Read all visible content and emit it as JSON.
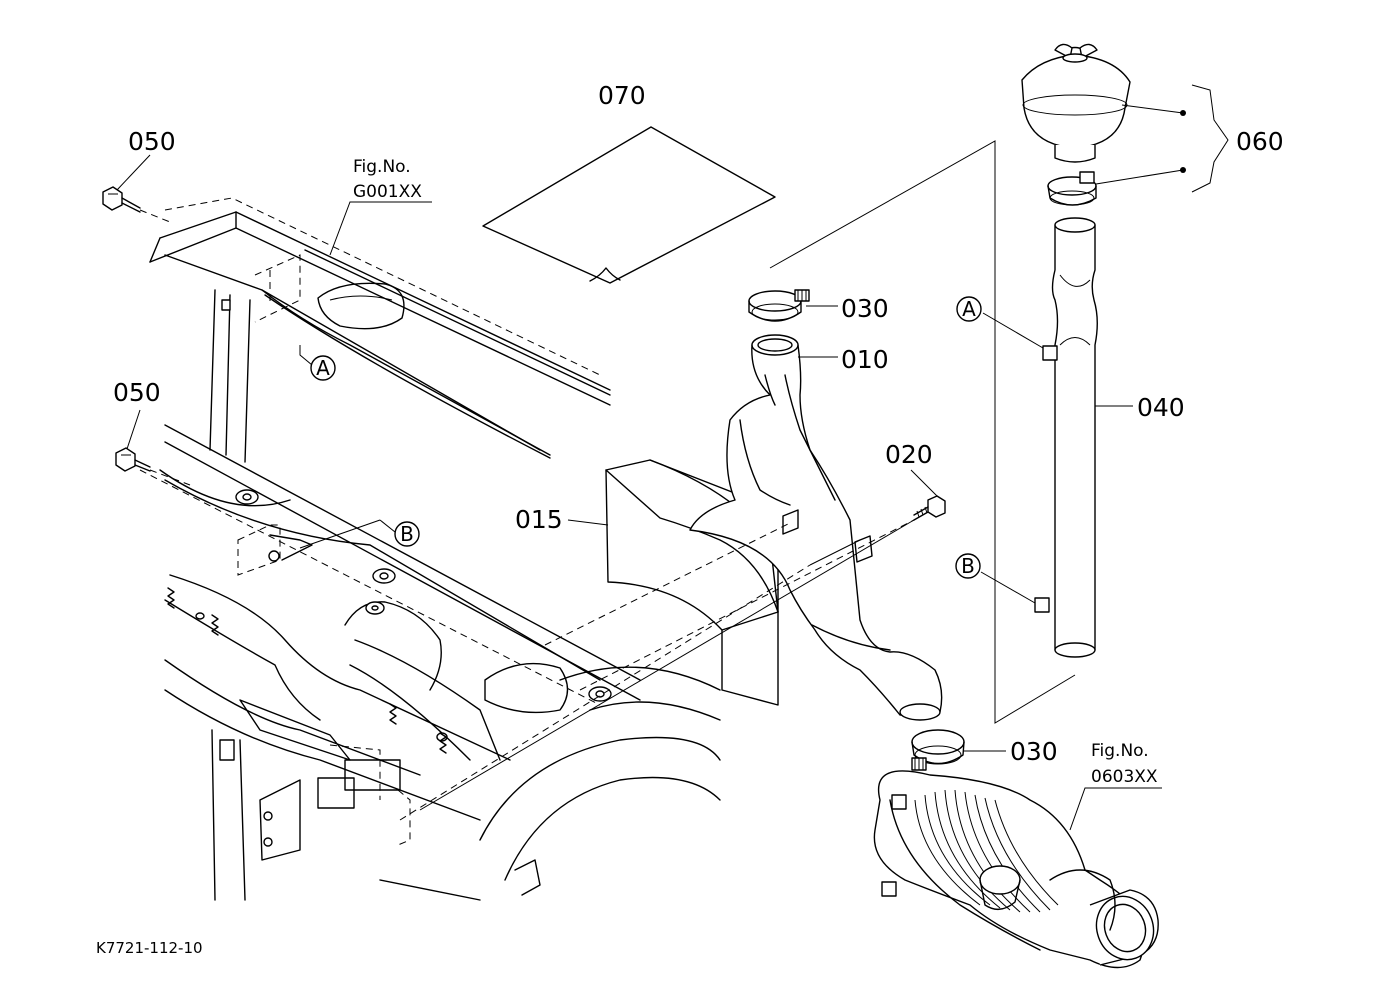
{
  "labels": {
    "p070": "070",
    "p050_top": "050",
    "p050_mid": "050",
    "p030_top": "030",
    "p010": "010",
    "p015": "015",
    "p020": "020",
    "p030_bottom": "030",
    "p040": "040",
    "p060": "060"
  },
  "references": {
    "fig_top": {
      "title": "Fig.No.",
      "number": "G001XX"
    },
    "fig_bottom": {
      "title": "Fig.No.",
      "number": "0603XX"
    }
  },
  "callouts": {
    "a_left": "A",
    "b_left": "B",
    "a_right": "A",
    "b_right": "B"
  },
  "drawing_code": "K7721-112-10"
}
